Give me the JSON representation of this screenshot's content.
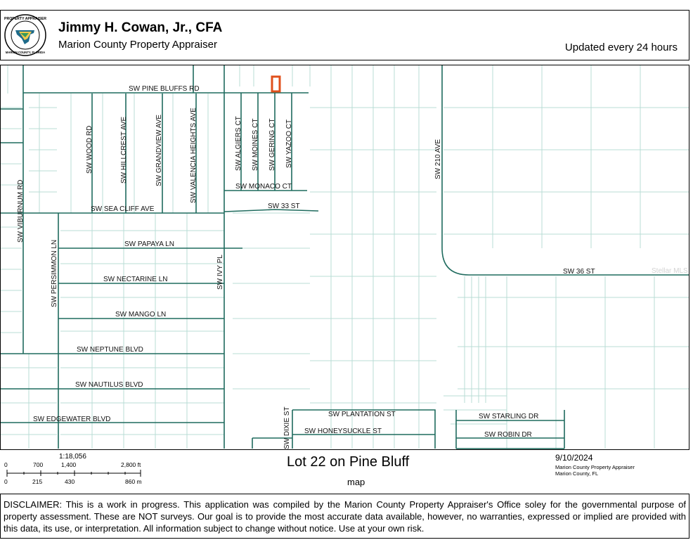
{
  "header": {
    "title": "Jimmy H. Cowan, Jr., CFA",
    "subtitle": "Marion County Property Appraiser",
    "updated": "Updated every 24 hours",
    "seal_text_top": "PROPERTY APPRAISER",
    "seal_text_bottom": "MARION COUNTY, FLORIDA"
  },
  "map": {
    "roads": {
      "pine_bluffs": "SW PINE BLUFFS RD",
      "wood": "SW WOOD RD",
      "hillcrest": "SW HILLCREST AVE",
      "grandview": "SW GRANDVIEW AVE",
      "valencia": "SW VALENCIA HEIGHTS AVE",
      "algiers": "SW ALGIERS CT",
      "moines": "SW MOINES CT",
      "gering": "SW GERING CT",
      "yazoo": "SW YAZOO CT",
      "monaco": "SW MONACO CT",
      "sea_cliff": "SW SEA CLIFF AVE",
      "st33": "SW 33 ST",
      "ave210": "SW 210 AVE",
      "viburnum": "SW VIBURNUM RD",
      "persimmon": "SW PERSIMMON LN",
      "papaya": "SW PAPAYA LN",
      "ivy": "SW IVY PL",
      "nectarine": "SW NECTARINE LN",
      "st36": "SW 36 ST",
      "mango": "SW MANGO LN",
      "neptune": "SW NEPTUNE BLVD",
      "nautilus": "SW NAUTILUS BLVD",
      "edgewater": "SW EDGEWATER BLVD",
      "dixie": "SW DIXIE ST",
      "plantation": "SW PLANTATION ST",
      "honeysuckle": "SW HONEYSUCKLE ST",
      "starling": "SW STARLING DR",
      "robin": "SW ROBIN DR"
    },
    "watermark": "Stellar MLS",
    "colors": {
      "road": "#1f6b5e",
      "parcel": "#b9dcd6",
      "subject": "#e0501c"
    }
  },
  "footer": {
    "scale_ratio": "1:18,056",
    "ft_ticks": [
      "0",
      "700",
      "1,400",
      "2,800 ft"
    ],
    "m_ticks": [
      "0",
      "215",
      "430",
      "860 m"
    ],
    "map_title": "Lot 22 on Pine Bluff",
    "map_subtitle": "map",
    "date": "9/10/2024",
    "credit_1": "Marion County Property Appraiser",
    "credit_2": "Marion County, FL"
  },
  "disclaimer": "DISCLAIMER: This is a work in progress. This application was compiled by the Marion County Property Appraiser's Office soley for the governmental purpose of property assessment. These are NOT surveys. Our goal is to provide the most accurate data available, however, no warranties, expressed or implied are provided with this data, its use, or interpretation. All information subject to change without notice. Use at your own risk."
}
